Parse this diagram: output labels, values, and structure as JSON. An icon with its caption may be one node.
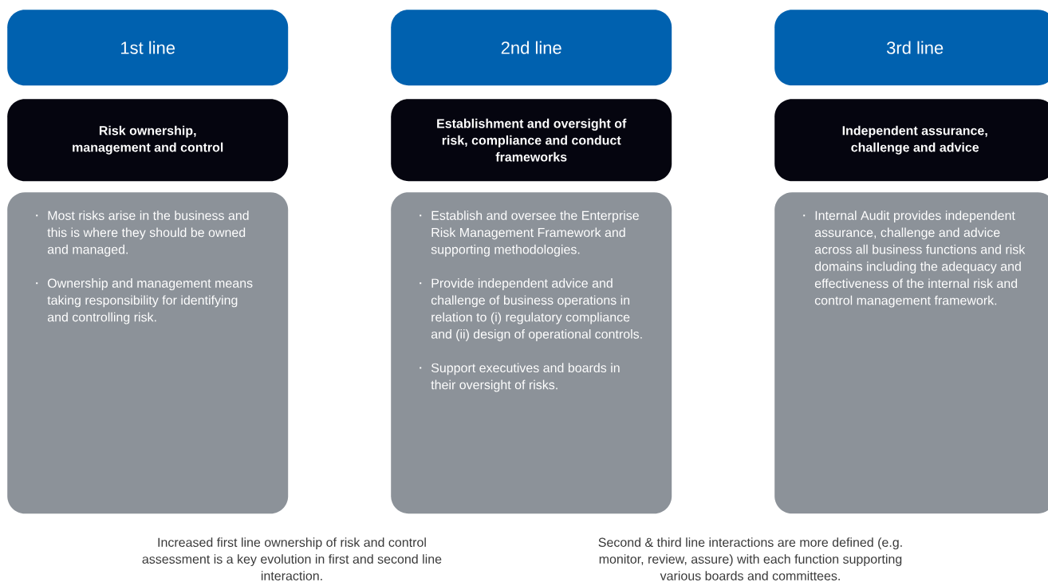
{
  "diagram": {
    "nodes": [
      {
        "text": [
          "1st line"
        ]
      },
      {
        "text": [
          "Risk ownership, management and control"
        ]
      },
      {
        "text": [
          "Most risks arise in the business and this is where they should be owned and managed.",
          "Ownership and management means taking responsibility for identifying and controlling risk."
        ]
      },
      {
        "text": [
          "2nd line"
        ]
      },
      {
        "text": [
          "Establishment and oversight of risk, compliance and conduct frameworks"
        ]
      },
      {
        "text": [
          "Establish and oversee the Enterprise Risk Management Framework and supporting methodologies.",
          "Provide independent advice and challenge of business operations in relation to (i) regulatory compliance and (ii) design of operational controls.",
          "Support executives and boards in their oversight of risks."
        ]
      },
      {
        "text": [
          "3rd line"
        ]
      },
      {
        "text": [
          "Independent assurance, challenge and advice"
        ]
      },
      {
        "text": [
          "Internal Audit provides independent assurance, challenge and advice across all business functions and risk domains including the adequacy and effectiveness of the internal risk and control management framework."
        ]
      }
    ],
    "labels": [
      "Increased first line ownership of risk and control assessment is a key evolution in first and second line interaction.",
      "Second & third line interactions are more defined (e.g. monitor, review, assure) with each function supporting various boards and committees."
    ]
  }
}
